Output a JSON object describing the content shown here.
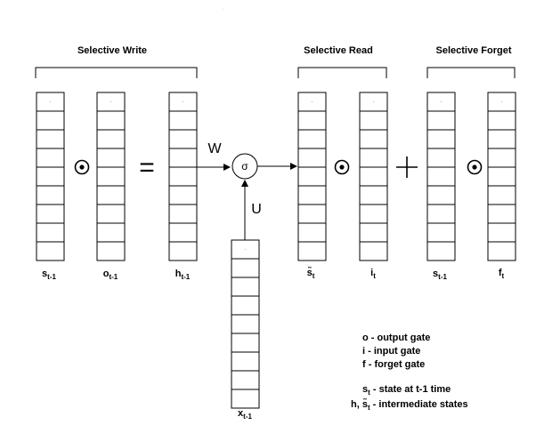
{
  "headers": {
    "write": "Selective Write",
    "read": "Selective Read",
    "forget": "Selective Forget"
  },
  "vectors": [
    {
      "id": "s-prev",
      "base": "s",
      "sub": "t-1",
      "tilde": false
    },
    {
      "id": "o-prev",
      "base": "o",
      "sub": "t-1",
      "tilde": false
    },
    {
      "id": "h-prev",
      "base": "h",
      "sub": "t-1",
      "tilde": false
    },
    {
      "id": "s-tilde",
      "base": "s",
      "sub": "t",
      "tilde": true
    },
    {
      "id": "i-t",
      "base": "i",
      "sub": "t",
      "tilde": false
    },
    {
      "id": "s-prev-2",
      "base": "s",
      "sub": "t-1",
      "tilde": false
    },
    {
      "id": "f-t",
      "base": "f",
      "sub": "t",
      "tilde": false
    },
    {
      "id": "x-prev",
      "base": "x",
      "sub": "t-1",
      "tilde": false
    }
  ],
  "operators": {
    "hadamard": "⊙",
    "equals": "=",
    "plus": "+",
    "sigma": "σ",
    "W": "W",
    "U": "U"
  },
  "legend": {
    "lines": [
      {
        "text": "o - output gate"
      },
      {
        "text": "i  - input gate"
      },
      {
        "text": "f  -  forget gate"
      },
      {
        "prefix": "s",
        "sub": "t",
        "text": " -  state at t-1 time"
      },
      {
        "prefix": "h, s̃",
        "sub": "t",
        "text": " - intermediate states"
      }
    ]
  },
  "top_mark": "·",
  "cell_mark": "-"
}
